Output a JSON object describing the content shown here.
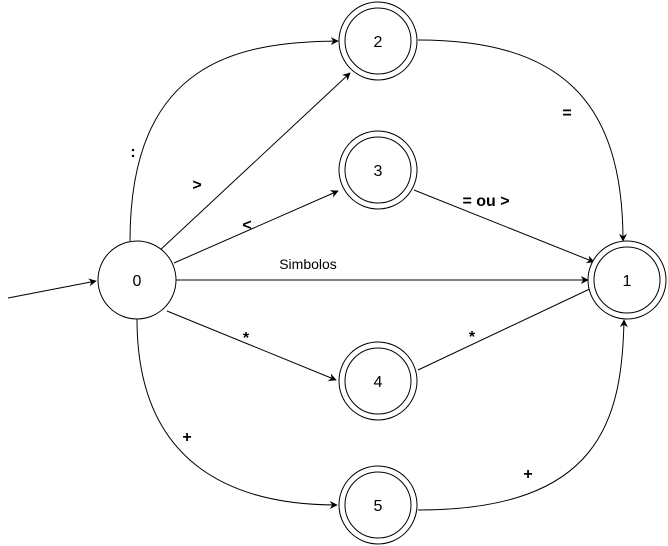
{
  "diagram": {
    "states": [
      {
        "id": "s0",
        "label": "0",
        "accepting": false,
        "initial": true
      },
      {
        "id": "s1",
        "label": "1",
        "accepting": true
      },
      {
        "id": "s2",
        "label": "2",
        "accepting": true
      },
      {
        "id": "s3",
        "label": "3",
        "accepting": true
      },
      {
        "id": "s4",
        "label": "4",
        "accepting": true
      },
      {
        "id": "s5",
        "label": "5",
        "accepting": true
      }
    ],
    "transitions": [
      {
        "from": "0",
        "to": "2",
        "label": ":"
      },
      {
        "from": "0",
        "to": "2",
        "label": ">"
      },
      {
        "from": "0",
        "to": "3",
        "label": "<"
      },
      {
        "from": "0",
        "to": "1",
        "label": "Simbolos"
      },
      {
        "from": "0",
        "to": "4",
        "label": "*"
      },
      {
        "from": "0",
        "to": "5",
        "label": "+"
      },
      {
        "from": "2",
        "to": "1",
        "label": "="
      },
      {
        "from": "3",
        "to": "1",
        "label": "= ou >"
      },
      {
        "from": "4",
        "to": "1",
        "label": "*"
      },
      {
        "from": "5",
        "to": "1",
        "label": "+"
      }
    ]
  }
}
